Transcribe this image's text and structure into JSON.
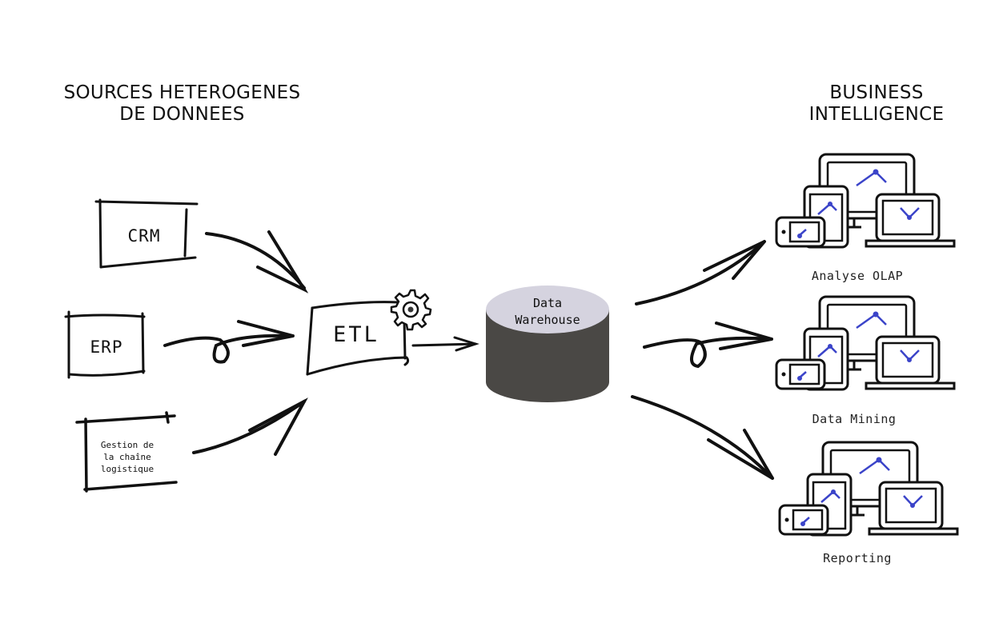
{
  "headings": {
    "sources_line1": "SOURCES HETEROGENES",
    "sources_line2": "DE DONNEES",
    "bi_line1": "BUSINESS",
    "bi_line2": "INTELLIGENCE"
  },
  "sources": [
    {
      "id": "crm",
      "label": "CRM"
    },
    {
      "id": "erp",
      "label": "ERP"
    },
    {
      "id": "scm",
      "label_lines": [
        "Gestion de",
        "la chaîne",
        "logistique"
      ]
    }
  ],
  "etl": {
    "label": "ETL",
    "icon": "gear-icon"
  },
  "warehouse": {
    "line1": "Data",
    "line2": "Warehouse",
    "top_color": "#d5d3df",
    "body_color": "#4a4845"
  },
  "outputs": [
    {
      "id": "olap",
      "label": "Analyse OLAP",
      "icon": "devices-icon"
    },
    {
      "id": "mining",
      "label": "Data Mining",
      "icon": "devices-icon"
    },
    {
      "id": "reporting",
      "label": "Reporting",
      "icon": "devices-icon"
    }
  ],
  "colors": {
    "ink": "#111111",
    "accent": "#3b44c9"
  }
}
